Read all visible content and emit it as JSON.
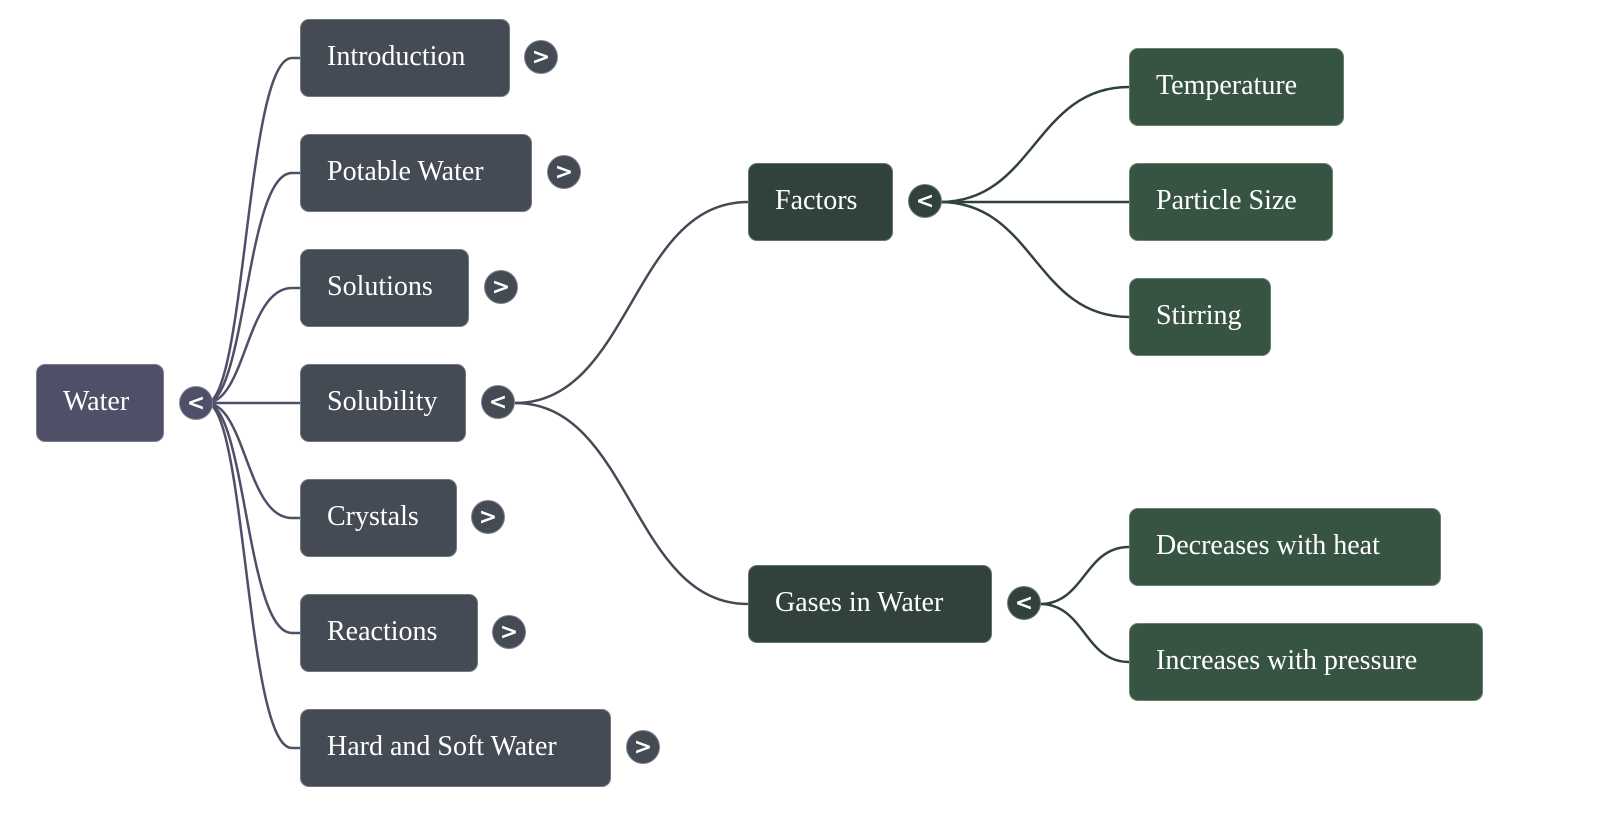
{
  "colors": {
    "root": "#4f5068",
    "level1": "#444b55",
    "level2": "#31423d",
    "level3": "#375443",
    "link_root": "#4f5068",
    "link_level1": "#444b55",
    "link_level2": "#31423d"
  },
  "icons": {
    "expand": "chevron-right-icon",
    "collapse": "chevron-left-icon"
  },
  "glyphs": {
    "expanded": "<",
    "collapsed": ">"
  },
  "mindmap": {
    "root": {
      "label": "Water",
      "expanded": true
    },
    "level1": [
      {
        "label": "Introduction",
        "expanded": false
      },
      {
        "label": "Potable Water",
        "expanded": false
      },
      {
        "label": "Solutions",
        "expanded": false
      },
      {
        "label": "Solubility",
        "expanded": true
      },
      {
        "label": "Crystals",
        "expanded": false
      },
      {
        "label": "Reactions",
        "expanded": false
      },
      {
        "label": "Hard and Soft Water",
        "expanded": false
      }
    ],
    "solubility_children": [
      {
        "label": "Factors",
        "expanded": true
      },
      {
        "label": "Gases in Water",
        "expanded": true
      }
    ],
    "factors_children": [
      {
        "label": "Temperature"
      },
      {
        "label": "Particle Size"
      },
      {
        "label": "Stirring"
      }
    ],
    "gases_children": [
      {
        "label": "Decreases with heat"
      },
      {
        "label": "Increases with pressure"
      }
    ]
  }
}
